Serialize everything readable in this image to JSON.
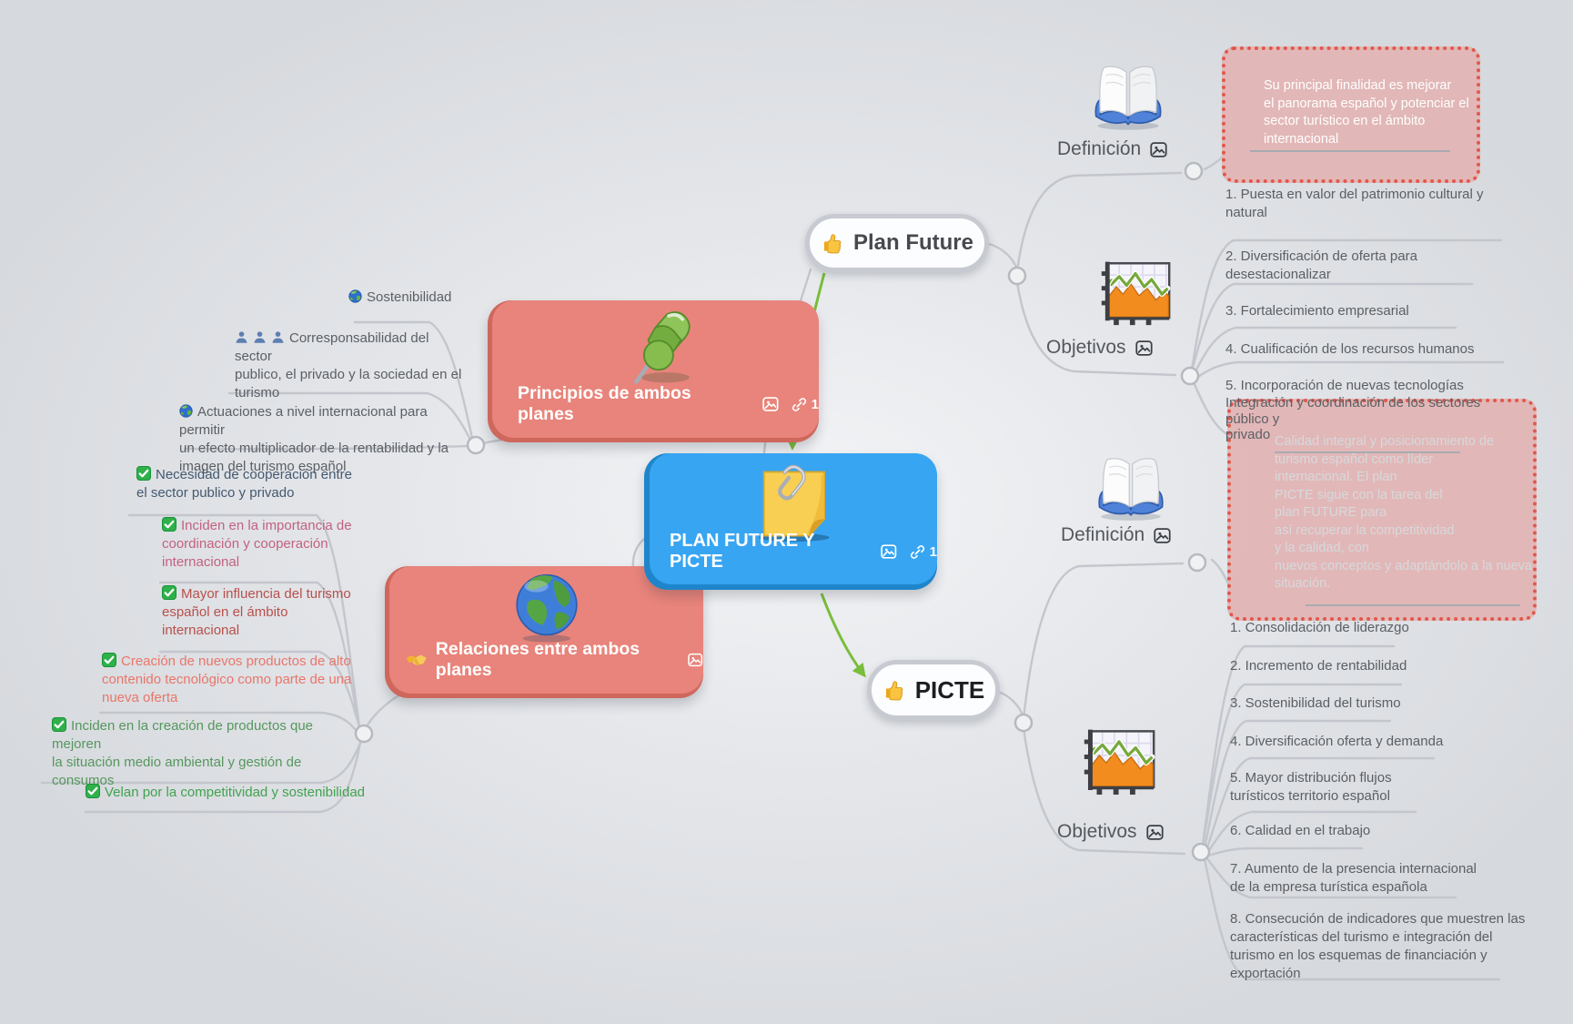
{
  "central": {
    "title": "PLAN FUTURE Y PICTE",
    "link_count": "1"
  },
  "plan_future": {
    "label": "Plan Future",
    "definicion": {
      "label": "Definición",
      "note": "Su principal finalidad es mejorar\nel panorama español y potenciar el\nsector turístico en el ámbito\ninternacional"
    },
    "objetivos": {
      "label": "Objetivos",
      "items": [
        "1. Puesta en valor del patrimonio cultural y\nnatural",
        "2. Diversificación de oferta para\ndesestacionalizar",
        "3. Fortalecimiento empresarial",
        "4. Cualificación de los recursos humanos",
        "5. Incorporación de nuevas tecnologías",
        "Integración y coordinación de los sectores\npúblico y\nprivado"
      ]
    }
  },
  "picte": {
    "label": "PICTE",
    "definicion": {
      "label": "Definición",
      "note": "Calidad integral y posicionamiento de\nturismo español como líder\ninternacional. El plan\nPICTE sigue con la tarea del\nplan FUTURE para\nasí recuperar la competitividad\ny la calidad, con\nnuevos conceptos y adaptándolo a la nueva\nsituación."
    },
    "objetivos": {
      "label": "Objetivos",
      "items": [
        "1. Consolidación de liderazgo",
        "2. Incremento de rentabilidad",
        "3. Sostenibilidad del turismo",
        "4.  Diversificación oferta y demanda",
        "5. Mayor distribución flujos\nturísticos territorio español",
        "6. Calidad en el trabajo",
        "7. Aumento de la presencia internacional\nde la empresa turística española",
        "8.  Consecución de indicadores que muestren las\ncaracterísticas del turismo e integración del\nturismo en los esquemas de financiación y\nexportación"
      ]
    }
  },
  "principios": {
    "title": "Principios de ambos planes",
    "link_count": "1",
    "items": [
      "Sostenibilidad",
      "Corresponsabilidad del sector\npublico, el privado y la sociedad en el\nturismo",
      "Actuaciones a nivel internacional para permitir\nun efecto multiplicador de la rentabilidad y la\nimagen del turismo español"
    ]
  },
  "relaciones": {
    "title": "Relaciones entre ambos planes",
    "items": [
      {
        "text": "Necesidad de cooperación entre\nel sector publico y privado",
        "color": "#44586f"
      },
      {
        "text": "Inciden en la importancia de\ncoordinación y cooperación\ninternacional",
        "color": "#c2627f"
      },
      {
        "text": "Mayor influencia del turismo\nespañol en el ámbito\ninternacional",
        "color": "#b8504b"
      },
      {
        "text": "Creación de nuevos productos de alto\ncontenido tecnológico como parte de una\nnueva oferta",
        "color": "#e9766b"
      },
      {
        "text": "Inciden en la creación de productos que mejoren\nla situación medio ambiental y gestión de\nconsumos",
        "color": "#55975e"
      },
      {
        "text": "Velan por la competitividad y sostenibilidad",
        "color": "#41a24e"
      }
    ]
  },
  "icons": {
    "central_image": "note-with-paperclip",
    "plan_future_marker": "thumbs-up",
    "picte_marker": "thumbs-up",
    "principios_image": "green-pushpin",
    "relaciones_image": "earth-globe",
    "relaciones_marker": "handshake",
    "definicion_image": "open-book",
    "objetivos_image": "chart-graph",
    "topic_meta": [
      "picture",
      "link"
    ],
    "checklist_marker": "green-check",
    "sostenibilidad_marker": "small-globe",
    "corresponsabilidad_marker": "three-persons"
  },
  "colors": {
    "background": "#d9dce0",
    "central_node": "#38a5f2",
    "topic_node": "#e8847b",
    "note_bg": "#e2b4b4",
    "note_border": "#e0584b",
    "branch": "#c3c6cc",
    "relation_arrow": "#79bd3c",
    "muted_text": "#5b6065"
  }
}
